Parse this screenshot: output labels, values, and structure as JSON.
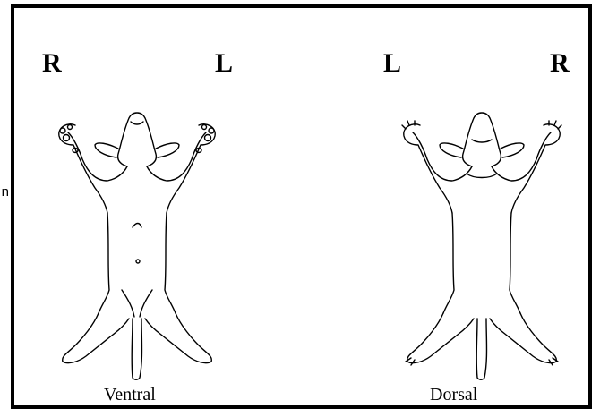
{
  "cut_off_text": "n",
  "ventral": {
    "left_side": "R",
    "right_side": "L",
    "caption": "Ventral"
  },
  "dorsal": {
    "left_side": "L",
    "right_side": "R",
    "caption": "Dorsal"
  },
  "colors": {
    "line": "#000000",
    "background": "#ffffff"
  }
}
